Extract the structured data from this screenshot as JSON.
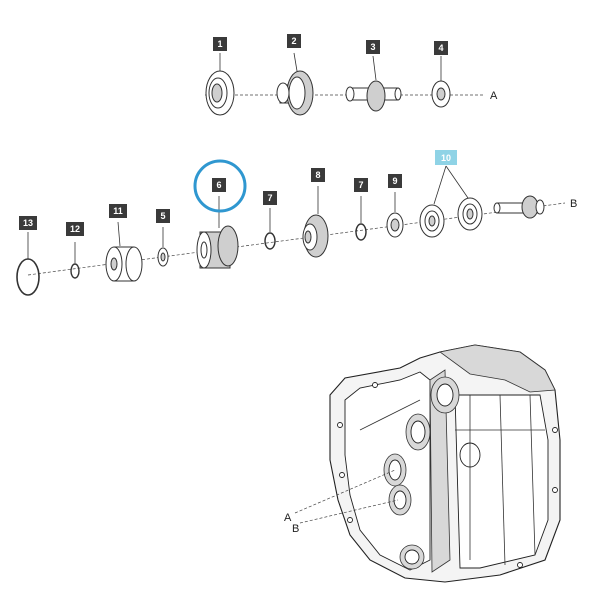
{
  "diagram": {
    "highlight_color": "#2f97d0",
    "selected_callout_bg": "#8fd3e6",
    "callouts": [
      {
        "id": "c1",
        "label": "1"
      },
      {
        "id": "c2",
        "label": "2"
      },
      {
        "id": "c3",
        "label": "3"
      },
      {
        "id": "c4",
        "label": "4"
      },
      {
        "id": "c6",
        "label": "6"
      },
      {
        "id": "c7a",
        "label": "7"
      },
      {
        "id": "c8",
        "label": "8"
      },
      {
        "id": "c7b",
        "label": "7"
      },
      {
        "id": "c9",
        "label": "9"
      },
      {
        "id": "c10",
        "label": "10"
      },
      {
        "id": "c13",
        "label": "13"
      },
      {
        "id": "c12",
        "label": "12"
      },
      {
        "id": "c11",
        "label": "11"
      },
      {
        "id": "c5",
        "label": "5"
      }
    ],
    "axis_labels": {
      "a_top": "A",
      "b_mid": "B",
      "a_housing": "A",
      "b_housing": "B"
    }
  }
}
